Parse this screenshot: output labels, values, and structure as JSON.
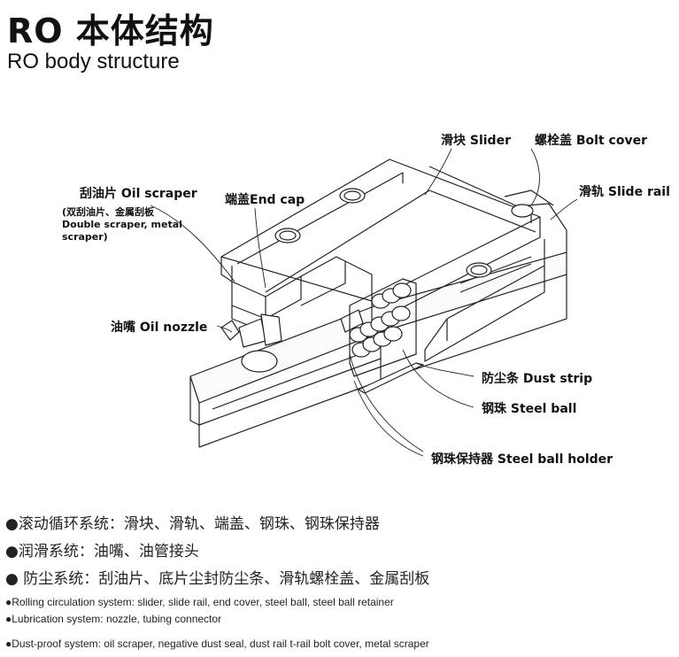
{
  "header": {
    "title_cn": "RO 本体结构",
    "title_en": "RO body structure"
  },
  "labels": {
    "slider": "滑块 Slider",
    "bolt_cover": "螺栓盖 Bolt cover",
    "slide_rail": "滑轨 Slide rail",
    "oil_scraper": "刮油片 Oil scraper",
    "oil_scraper_note_1": "(双刮油片、金属刮板",
    "oil_scraper_note_2": "Double scraper, metal",
    "oil_scraper_note_3": "scraper)",
    "end_cap": "端盖End cap",
    "oil_nozzle": "油嘴 Oil nozzle",
    "dust_strip": "防尘条 Dust strip",
    "steel_ball": "钢珠 Steel ball",
    "steel_ball_holder": "钢珠保持器 Steel ball holder"
  },
  "systems_cn": [
    "●滚动循环系统：滑块、滑轨、端盖、钢珠、钢珠保持器",
    "●润滑系统：油嘴、油管接头",
    "● 防尘系统：刮油片、底片尘封防尘条、滑轨螺栓盖、金属刮板"
  ],
  "systems_en": [
    "●Rolling circulation system: slider, slide rail, end cover, steel ball, steel ball retainer",
    "●Lubrication system: nozzle, tubing connector",
    "●Dust-proof system: oil scraper, negative dust seal, dust rail t-rail bolt cover, metal scraper"
  ]
}
